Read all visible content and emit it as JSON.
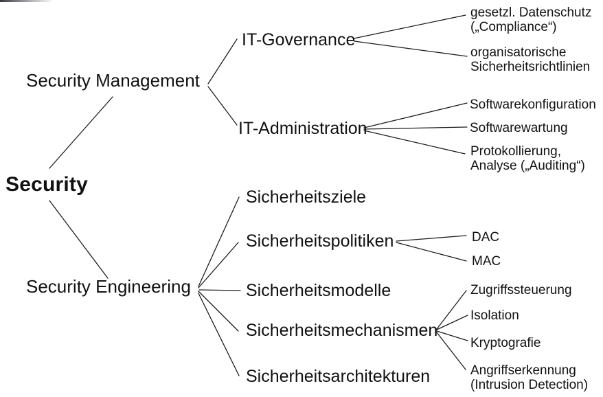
{
  "diagram": {
    "colors": {
      "background": "#ffffff",
      "text": "#111111",
      "line": "#1c1c1c"
    },
    "root": {
      "label": "Security"
    },
    "branches": [
      {
        "label": "Security Management",
        "children": [
          {
            "label": "IT-Governance",
            "children": [
              {
                "lines": [
                  "gesetzl. Datenschutz",
                  "(„Compliance“)"
                ]
              },
              {
                "lines": [
                  "organisatorische",
                  "Sicherheitsrichtlinien"
                ]
              }
            ]
          },
          {
            "label": "IT-Administration",
            "children": [
              {
                "lines": [
                  "Softwarekonfiguration"
                ]
              },
              {
                "lines": [
                  "Softwarewartung"
                ]
              },
              {
                "lines": [
                  "Protokollierung,",
                  "Analyse („Auditing“)"
                ]
              }
            ]
          }
        ]
      },
      {
        "label": "Security Engineering",
        "children": [
          {
            "label": "Sicherheitsziele",
            "children": []
          },
          {
            "label": "Sicherheitspolitiken",
            "children": [
              {
                "lines": [
                  "DAC"
                ]
              },
              {
                "lines": [
                  "MAC"
                ]
              }
            ]
          },
          {
            "label": "Sicherheitsmodelle",
            "children": []
          },
          {
            "label": "Sicherheitsmechanismen",
            "children": [
              {
                "lines": [
                  "Zugriffssteuerung"
                ]
              },
              {
                "lines": [
                  "Isolation"
                ]
              },
              {
                "lines": [
                  "Kryptografie"
                ]
              },
              {
                "lines": [
                  "Angriffserkennung",
                  "(Intrusion Detection)"
                ]
              }
            ]
          },
          {
            "label": "Sicherheitsarchitekturen",
            "children": []
          }
        ]
      }
    ]
  }
}
